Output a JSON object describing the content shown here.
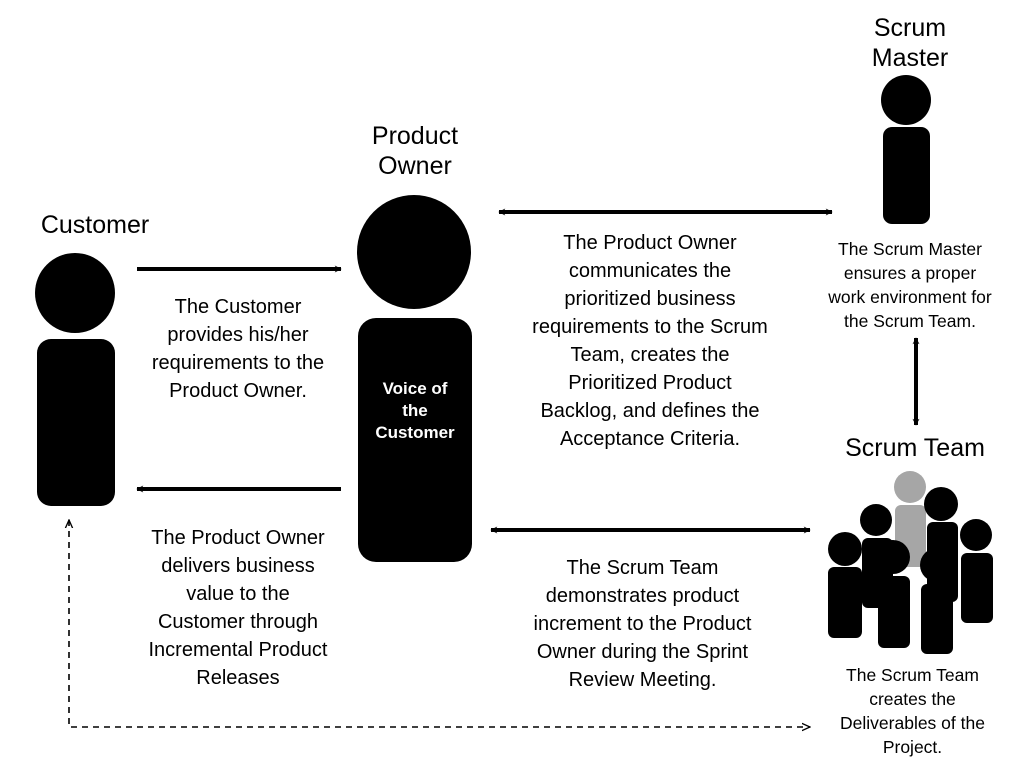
{
  "roles": {
    "customer": "Customer",
    "product_owner": "Product\nOwner",
    "scrum_master": "Scrum\nMaster",
    "scrum_team": "Scrum Team"
  },
  "product_owner_body_text": "Voice of\nthe\nCustomer",
  "descriptions": {
    "customer_to_po": "The Customer\nprovides his/her\nrequirements to the\nProduct Owner.",
    "po_to_customer": "The Product Owner\ndelivers business\nvalue to the\nCustomer through\nIncremental Product\nReleases",
    "po_to_team": "The Product Owner\ncommunicates the\nprioritized business\nrequirements to the Scrum\nTeam, creates the\nPrioritized Product\nBacklog, and defines the\nAcceptance Criteria.",
    "team_to_po": "The Scrum Team\ndemonstrates product\nincrement to the Product\nOwner during the Sprint\nReview Meeting.",
    "scrum_master_role": "The Scrum Master\nensures a proper\nwork environment for\nthe Scrum Team.",
    "scrum_team_role": "The Scrum Team\ncreates the\nDeliverables of the\nProject."
  },
  "colors": {
    "figure": "#000000",
    "highlight_figure": "#a6a6a6",
    "background": "#ffffff"
  }
}
